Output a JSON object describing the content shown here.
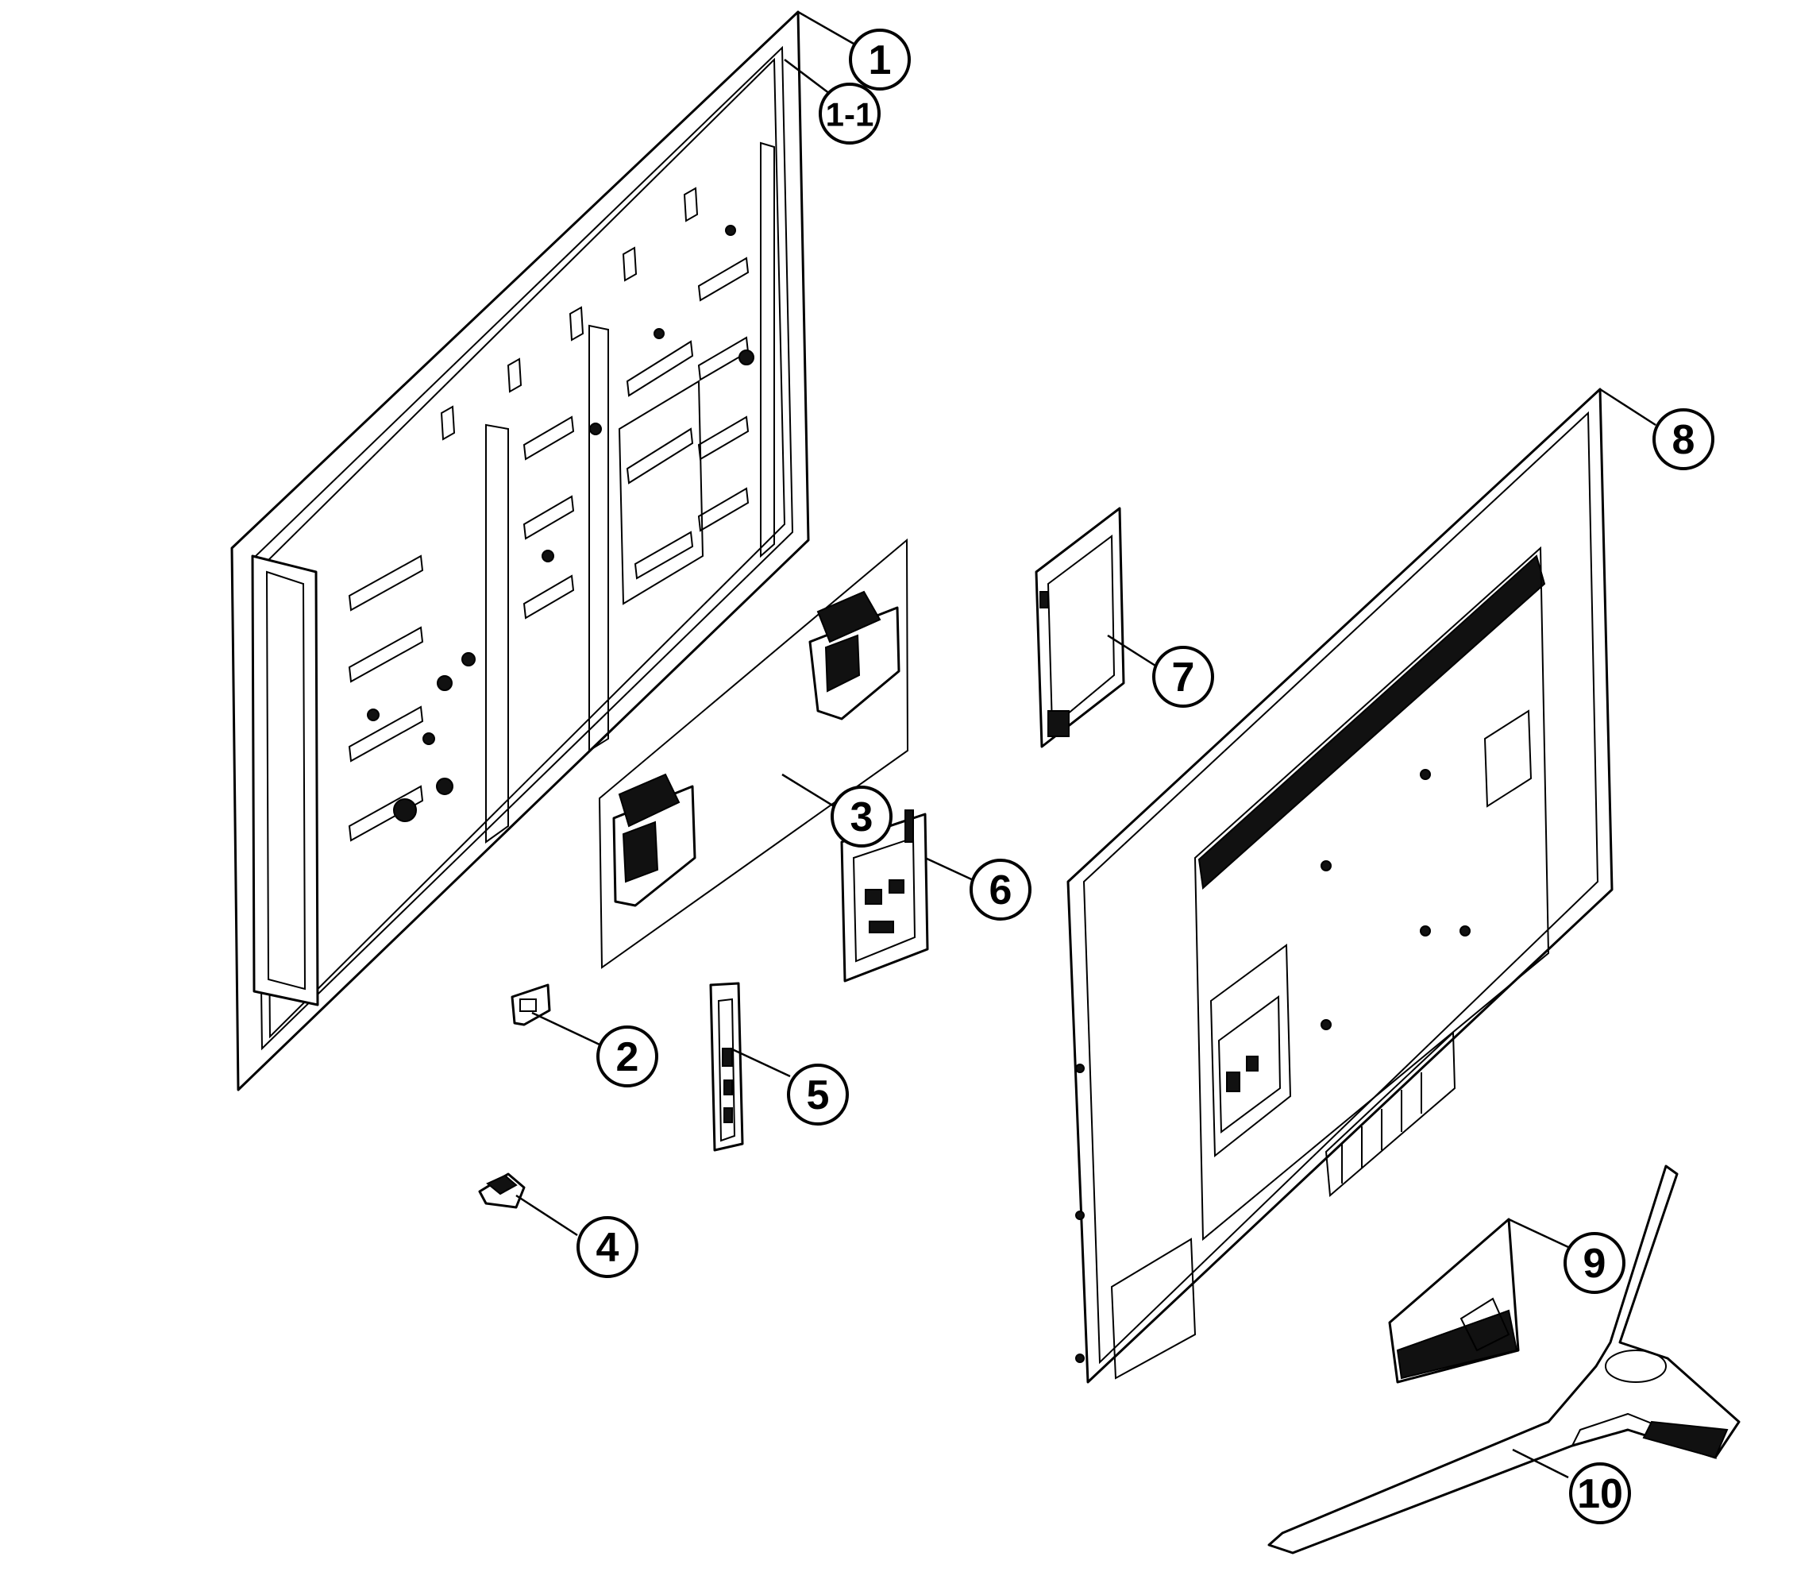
{
  "callouts": {
    "c1": "1",
    "c1_1": "1-1",
    "c2": "2",
    "c3": "3",
    "c4": "4",
    "c5": "5",
    "c6": "6",
    "c7": "7",
    "c8": "8",
    "c9": "9",
    "c10": "10"
  }
}
